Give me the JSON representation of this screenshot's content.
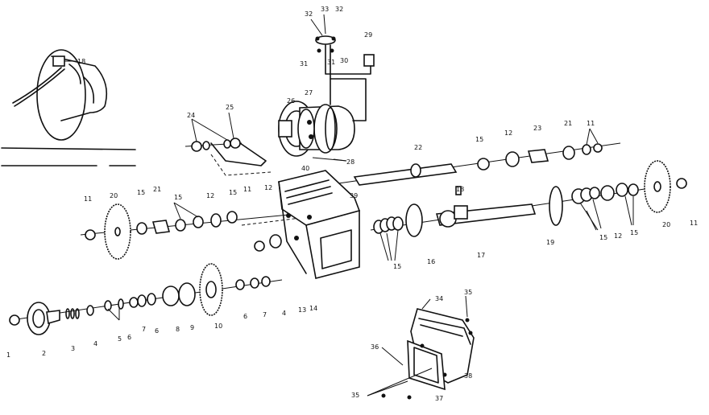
{
  "diagram": {
    "callouts": [
      {
        "id": "c1",
        "text": "1"
      },
      {
        "id": "c2",
        "text": "2"
      },
      {
        "id": "c3",
        "text": "3"
      },
      {
        "id": "c4a",
        "text": "4"
      },
      {
        "id": "c4b",
        "text": "4"
      },
      {
        "id": "c5",
        "text": "5"
      },
      {
        "id": "c6a",
        "text": "6"
      },
      {
        "id": "c6b",
        "text": "6"
      },
      {
        "id": "c6c",
        "text": "6"
      },
      {
        "id": "c7a",
        "text": "7"
      },
      {
        "id": "c7b",
        "text": "7"
      },
      {
        "id": "c8",
        "text": "8"
      },
      {
        "id": "c9",
        "text": "9"
      },
      {
        "id": "c10",
        "text": "10"
      },
      {
        "id": "c11a",
        "text": "11"
      },
      {
        "id": "c11b",
        "text": "11"
      },
      {
        "id": "c11c",
        "text": "11"
      },
      {
        "id": "c11d",
        "text": "11"
      },
      {
        "id": "c12a",
        "text": "12"
      },
      {
        "id": "c12b",
        "text": "12"
      },
      {
        "id": "c12c",
        "text": "12"
      },
      {
        "id": "c12d",
        "text": "12"
      },
      {
        "id": "c13",
        "text": "13"
      },
      {
        "id": "c14",
        "text": "14"
      },
      {
        "id": "c15a",
        "text": "15"
      },
      {
        "id": "c15b",
        "text": "15"
      },
      {
        "id": "c15c",
        "text": "15"
      },
      {
        "id": "c15d",
        "text": "15"
      },
      {
        "id": "c15e",
        "text": "15"
      },
      {
        "id": "c15f",
        "text": "15"
      },
      {
        "id": "c15g",
        "text": "15"
      },
      {
        "id": "c16",
        "text": "16"
      },
      {
        "id": "c17",
        "text": "17"
      },
      {
        "id": "c18a",
        "text": "18"
      },
      {
        "id": "c18b",
        "text": "18"
      },
      {
        "id": "c19",
        "text": "19"
      },
      {
        "id": "c20a",
        "text": "20"
      },
      {
        "id": "c20b",
        "text": "20"
      },
      {
        "id": "c21a",
        "text": "21"
      },
      {
        "id": "c21b",
        "text": "21"
      },
      {
        "id": "c22",
        "text": "22"
      },
      {
        "id": "c23",
        "text": "23"
      },
      {
        "id": "c24",
        "text": "24"
      },
      {
        "id": "c25",
        "text": "25"
      },
      {
        "id": "c26",
        "text": "26"
      },
      {
        "id": "c27",
        "text": "27"
      },
      {
        "id": "c28",
        "text": "28"
      },
      {
        "id": "c29",
        "text": "29"
      },
      {
        "id": "c30",
        "text": "30"
      },
      {
        "id": "c31a",
        "text": "31"
      },
      {
        "id": "c31b",
        "text": "31"
      },
      {
        "id": "c32a",
        "text": "32"
      },
      {
        "id": "c32b",
        "text": "32"
      },
      {
        "id": "c33",
        "text": "33"
      },
      {
        "id": "c34",
        "text": "34"
      },
      {
        "id": "c35a",
        "text": "35"
      },
      {
        "id": "c35b",
        "text": "35"
      },
      {
        "id": "c36a",
        "text": "36"
      },
      {
        "id": "c37",
        "text": "37"
      },
      {
        "id": "c38",
        "text": "38"
      },
      {
        "id": "c39",
        "text": "39"
      },
      {
        "id": "c40",
        "text": "40"
      }
    ]
  }
}
